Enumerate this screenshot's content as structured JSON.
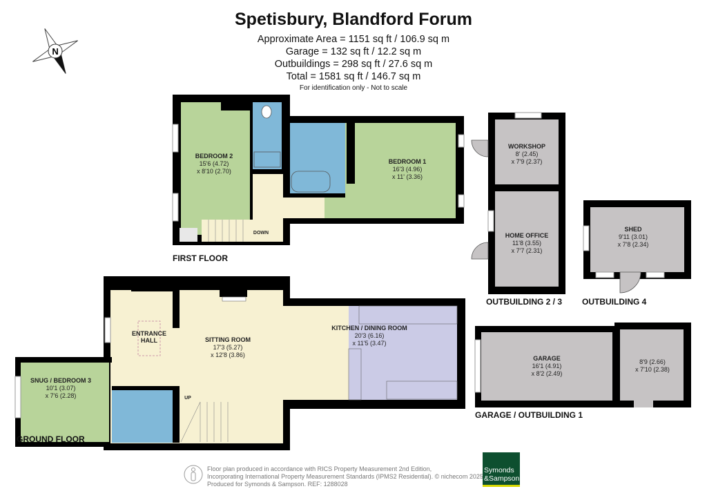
{
  "header": {
    "title": "Spetisbury, Blandford Forum",
    "areas": [
      "Approximate Area = 1151 sq ft / 106.9 sq m",
      "Garage = 132 sq ft / 12.2 sq m",
      "Outbuildings = 298 sq ft / 27.6 sq m",
      "Total = 1581 sq ft / 146.7 sq m"
    ],
    "note": "For identification only - Not to scale"
  },
  "compass": {
    "label": "N",
    "icon": "compass-north-icon"
  },
  "floors": {
    "first": {
      "label": "FIRST FLOOR",
      "rooms": [
        {
          "name": "BEDROOM 2",
          "dim1": "15'6 (4.72)",
          "dim2": "x 8'10 (2.70)"
        },
        {
          "name": "BEDROOM 1",
          "dim1": "16'3 (4.96)",
          "dim2": "x 11' (3.36)"
        }
      ],
      "stairs": "DOWN"
    },
    "ground": {
      "label": "GROUND FLOOR",
      "rooms": [
        {
          "name": "ENTRANCE",
          "name2": "HALL"
        },
        {
          "name": "SITTING ROOM",
          "dim1": "17'3 (5.27)",
          "dim2": "x 12'8 (3.86)"
        },
        {
          "name": "KITCHEN / DINING ROOM",
          "dim1": "20'3 (6.16)",
          "dim2": "x 11'5 (3.47)"
        },
        {
          "name": "SNUG / BEDROOM 3",
          "dim1": "10'1 (3.07)",
          "dim2": "x 7'6 (2.28)"
        }
      ],
      "stairs": "UP"
    },
    "outbuilding23": {
      "label": "OUTBUILDING 2 / 3",
      "rooms": [
        {
          "name": "WORKSHOP",
          "dim1": "8' (2.45)",
          "dim2": "x 7'9 (2.37)"
        },
        {
          "name": "HOME OFFICE",
          "dim1": "11'8 (3.55)",
          "dim2": "x 7'7 (2.31)"
        }
      ]
    },
    "outbuilding4": {
      "label": "OUTBUILDING 4",
      "rooms": [
        {
          "name": "SHED",
          "dim1": "9'11 (3.01)",
          "dim2": "x 7'8 (2.34)"
        }
      ]
    },
    "garage": {
      "label": "GARAGE / OUTBUILDING 1",
      "rooms": [
        {
          "name": "GARAGE",
          "dim1": "16'1 (4.91)",
          "dim2": "x 8'2 (2.49)"
        },
        {
          "dim1": "8'9 (2.66)",
          "dim2": "x 7'10 (2.38)"
        }
      ]
    }
  },
  "colors": {
    "bedroom": "#b8d49a",
    "bathroom": "#80b8d8",
    "hall": "#f7f1d2",
    "kitchen": "#cbcbe6",
    "outbuilding": "#c6c3c4",
    "wall": "#000000",
    "brand": "#0d4f2f"
  },
  "footer": {
    "lines": [
      "Floor plan produced in accordance with RICS Property Measurement 2nd Edition,",
      "Incorporating International Property Measurement Standards (IPMS2 Residential).   © nichecom 2025.",
      "Produced for Symonds & Sampson.   REF:  1288028"
    ],
    "logo": "Symonds & Sampson",
    "logo_line1": "Symonds",
    "logo_line2": "&Sampson"
  }
}
